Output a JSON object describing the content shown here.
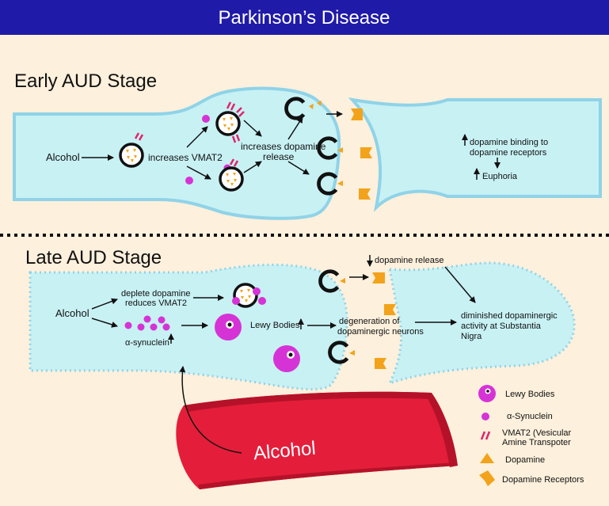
{
  "title": "Parkinson’s Disease",
  "early": {
    "heading": "Early AUD Stage",
    "alcohol": "Alcohol",
    "increases_vmat2": "increases VMAT2",
    "increases_release_1": "increases dopamine",
    "increases_release_2": "release",
    "binding_1": "dopamine binding to",
    "binding_2": "dopamine receptors",
    "euphoria": "Euphoria"
  },
  "late": {
    "heading": "Late AUD Stage",
    "alcohol": "Alcohol",
    "deplete_1": "deplete dopamine",
    "deplete_2": "reduces VMAT2",
    "synuclein": "α-synuclein",
    "lewy": "Lewy Bodies",
    "degen_1": "degeneration of",
    "degen_2": "dopaminergic neurons",
    "release": "dopamine release",
    "diminished_1": "diminished dopaminergic",
    "diminished_2": "activity at Substantia",
    "diminished_3": "Nigra"
  },
  "vessel_label": "Alcohol",
  "legend": {
    "lewy": "Lewy Bodies",
    "synuclein": "α-Synuclein",
    "vmat2_1": "VMAT2 (Vesicular",
    "vmat2_2": "Amine Transpoter",
    "dopamine": "Dopamine",
    "receptors": "Dopamine Receptors"
  },
  "colors": {
    "title_bar": "#1f1aa8",
    "background": "#fdf0dc",
    "neuron_fill": "#c8f1f4",
    "neuron_stroke": "#8fd3e8",
    "magenta": "#d633d6",
    "vmat2": "#e0246b",
    "dopamine": "#f2a31b",
    "receptor": "#f2a31b",
    "vessel": "#e41e3a",
    "vessel_dark": "#b5122a"
  }
}
